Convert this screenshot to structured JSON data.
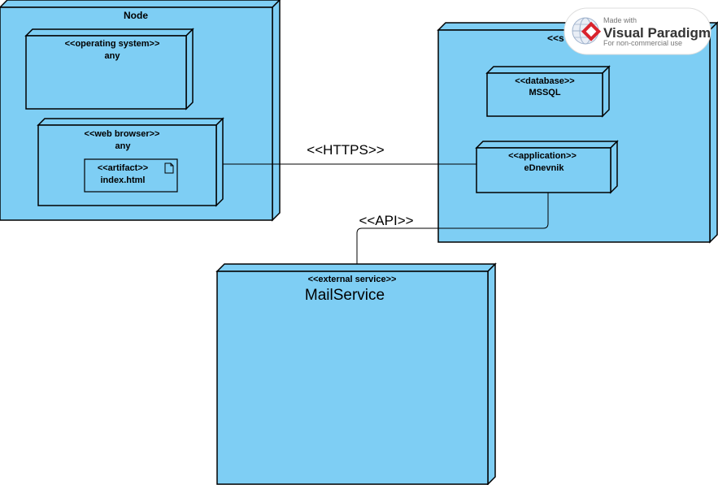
{
  "colors": {
    "node_fill": "#7ecef4",
    "node_stroke": "#000000",
    "background": "#ffffff"
  },
  "node_client": {
    "title": "Node"
  },
  "os_node": {
    "stereotype": "<<operating system>>",
    "name": "any"
  },
  "browser_node": {
    "stereotype": "<<web browser>>",
    "name": "any"
  },
  "artifact": {
    "stereotype": "<<artifact>>",
    "name": "index.html"
  },
  "server_node": {
    "title_visible": "<<s"
  },
  "database_node": {
    "stereotype": "<<database>>",
    "name": "MSSQL"
  },
  "application_node": {
    "stereotype": "<<application>>",
    "name": "eDnevnik"
  },
  "external_node": {
    "stereotype": "<<external service>>",
    "name": "MailService"
  },
  "connectors": {
    "https_label": "<<HTTPS>>",
    "api_label": "<<API>>"
  },
  "watermark": {
    "line1": "Made with",
    "brand": "Visual Paradigm",
    "line3": "For non-commercial use"
  }
}
